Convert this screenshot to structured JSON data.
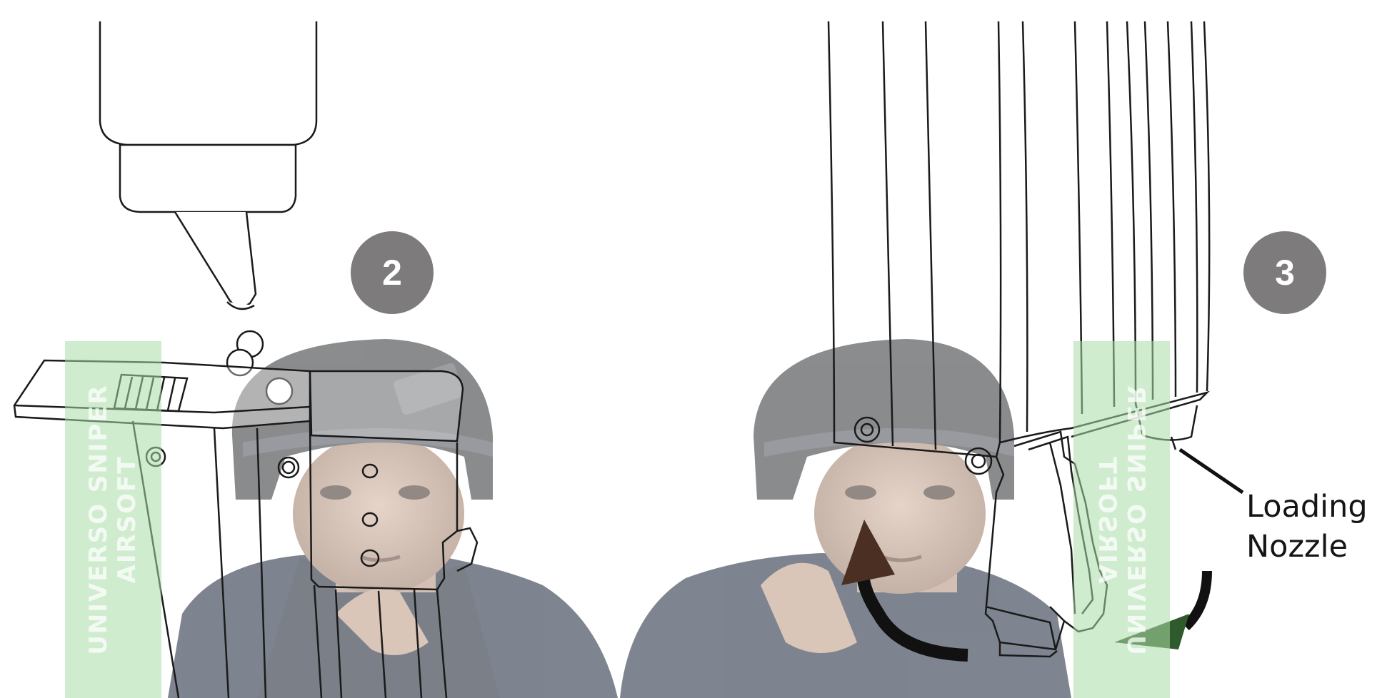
{
  "steps": [
    {
      "label": "2"
    },
    {
      "label": "3"
    }
  ],
  "callout": {
    "line1": "Loading",
    "line2": "Nozzle"
  },
  "watermark": {
    "line1": "UNIVERSO SNIPER",
    "line2": "AIRSOFT"
  },
  "colors": {
    "badge": "#7d7b7c",
    "outline": "#1a1a1a",
    "watermark_band": "#aadca5",
    "arrow_dark": "#111111",
    "arrow_brown": "#4a2f22",
    "arrow_green": "#2f5a2c"
  }
}
